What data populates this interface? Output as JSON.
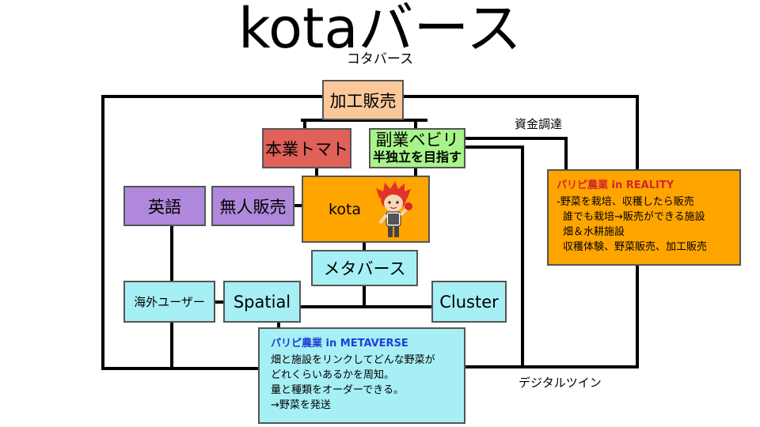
{
  "title": "kotaバース",
  "subtitle": "コタバース",
  "nodes": {
    "kakou": "加工販売",
    "honbu": "本業トマト",
    "fukugyo_line1": "副業ベビリ",
    "fukugyo_line2": "半独立を目指す",
    "eigo": "英語",
    "mujin": "無人販売",
    "kota": "kota",
    "metaverse": "メタバース",
    "kaigai": "海外ユーザー",
    "spatial": "Spatial",
    "cluster": "Cluster"
  },
  "labels": {
    "shikin": "資金調達",
    "digital_twin": "デジタルツイン"
  },
  "reality_panel": {
    "title": "パリピ農業 in REALITY",
    "lines": [
      "-野菜を栽培、収穫したら販売",
      "誰でも栽培→販売ができる施設",
      "畑＆水耕施設",
      "収穫体験、野菜販売、加工販売"
    ]
  },
  "metaverse_panel": {
    "title": "パリピ農業 in METAVERSE",
    "lines": [
      "畑と施設をリンクしてどんな野菜が",
      "どれくらいあるかを周知。",
      "量と種類をオーダーできる。",
      "→野菜を発送"
    ]
  },
  "colors": {
    "orange": "#ffa500",
    "peach": "#fbc89a",
    "red": "#e0605a",
    "green": "#a8f48a",
    "purple": "#b088db",
    "cyan": "#a6eff5",
    "reality_title": "#d2262a",
    "metaverse_title": "#1f3fd8"
  }
}
